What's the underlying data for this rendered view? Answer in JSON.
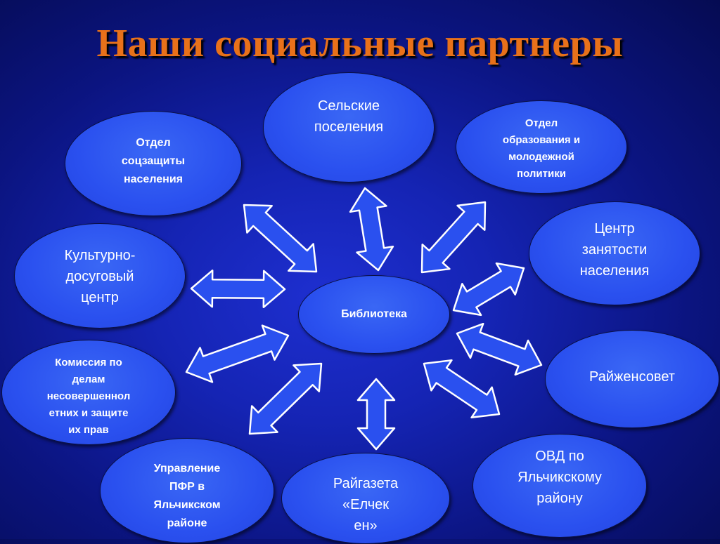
{
  "title": "Наши социальные партнеры",
  "center": "Библиотека",
  "partners": {
    "rural": "Сельские\nпоселения",
    "education": "Отдел\nобразования и\nмолодежной\nполитики",
    "social_protection": "Отдел\nсоцзащиты\nнаселения",
    "culture": "Культурно-\nдосуговый\nцентр",
    "employment": "Центр\nзанятости\nнаселения",
    "commission": "Комиссия по\nделам\nнесовершеннол\nетних и защите\nих прав",
    "council": "Райженсовет",
    "pension": "Управление\nПФР в\nЯльчикском\nрайоне",
    "newspaper": "Райгазета\n«Елчек\nен»",
    "police": "ОВД по\nЯльчикскому\nрайону"
  },
  "colors": {
    "background": "#1524b4",
    "node_fill": "#2a50ef",
    "title": "#e8711a",
    "text": "#ffffff"
  }
}
